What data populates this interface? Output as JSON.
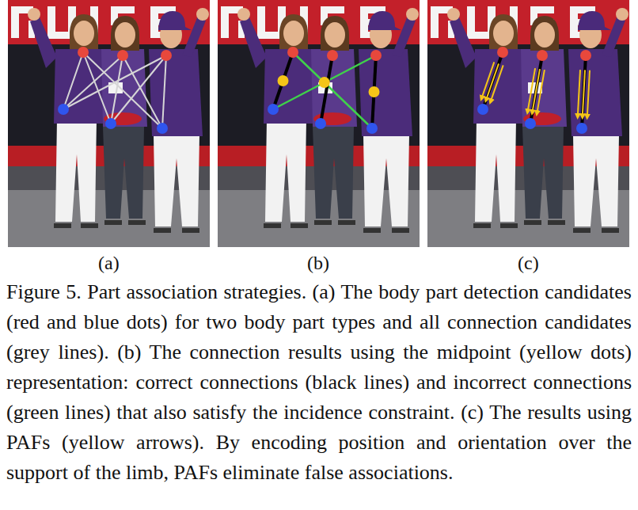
{
  "diagram": {
    "caption": "Figure 5. Part association strategies. (a) The body part detection candidates (red and blue dots) for two body part types and all connection candidates (grey lines). (b) The connection results using the midpoint (yellow dots) representation: correct connections (black lines) and incorrect connections (green lines) that also satisfy the incidence constraint. (c) The results using PAFs (yellow arrows). By encoding position and orientation over the support of the limb, PAFs eliminate false associations.",
    "labels": [
      "(a)",
      "(b)",
      "(c)"
    ]
  }
}
